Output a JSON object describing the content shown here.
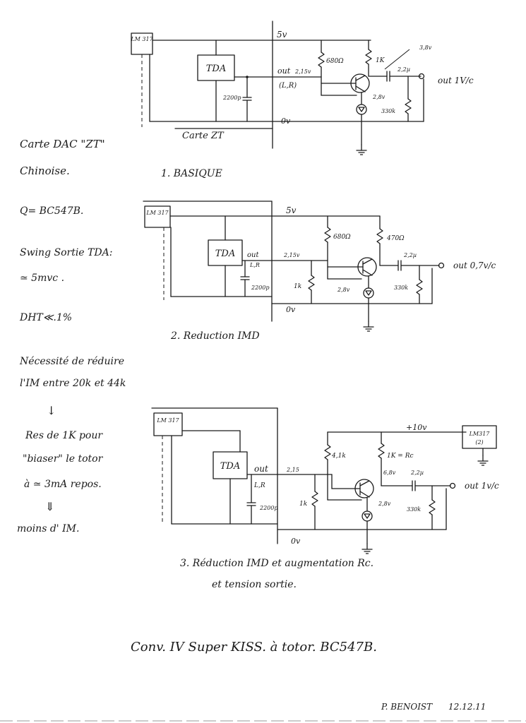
{
  "notes": {
    "line1": "Carte DAC \"ZT\"",
    "line2": "Chinoise.",
    "line3": "Q= BC547B.",
    "line4": "Swing Sortie TDA:",
    "line5": "≃ 5mvc .",
    "line6": "DHT≪.1%",
    "line7": "Nécessité de réduire",
    "line8": "l'IM entre 20k et 44k",
    "arrow1": "↓",
    "line9": "Res de 1K pour",
    "line10": "\"biaser\" le totor",
    "line11": "à ≃ 3mA repos.",
    "arrow2": "⇓",
    "line12": "moins d' IM."
  },
  "circuit1": {
    "lm": "LM 317",
    "tda": "TDA",
    "supply": "5v",
    "ground": "0v",
    "board": "Carte ZT",
    "out": "out",
    "out_v": "2,15v",
    "channels": "(L,R)",
    "cap_tda": "2200p",
    "r_top": "680Ω",
    "r_c": "1K",
    "v_c": "3,8v",
    "cap_out": "2,2µ",
    "out_label": "out 1V/c",
    "v_e": "2,8v",
    "r_load": "330k",
    "caption": "1. BASIQUE"
  },
  "circuit2": {
    "lm": "LM 317",
    "tda": "TDA",
    "supply": "5v",
    "ground": "0v",
    "out": "out",
    "channels": "L,R",
    "cap_tda": "2200p",
    "out_v": "2,15v",
    "r_bias": "1k",
    "r_top": "680Ω",
    "r_c": "470Ω",
    "v_e": "2,8v",
    "cap_out": "2,2µ",
    "r_load": "330k",
    "out_label": "out 0,7v/c",
    "caption": "2. Reduction IMD"
  },
  "circuit3": {
    "lm": "LM 317",
    "tda": "TDA",
    "supply": "+10v",
    "lm_right": "LM317",
    "lm_right_sub": "(2)",
    "ground": "0v",
    "out": "out",
    "channels": "L,R",
    "cap_tda": "2200p",
    "out_v": "2,15",
    "r_bias": "1k",
    "r_top": "4,1k",
    "r_c": "1K = Rc",
    "v_c": "6,8v",
    "cap_out": "2,2µ",
    "v_e": "2,8v",
    "r_load": "330k",
    "out_label": "out 1v/c",
    "caption1": "3. Réduction IMD et augmentation Rc.",
    "caption2": "et tension sortie."
  },
  "footer": {
    "title": "Conv. IV Super KISS. à totor. BC547B.",
    "author": "P. BENOIST",
    "date": "12.12.11"
  }
}
